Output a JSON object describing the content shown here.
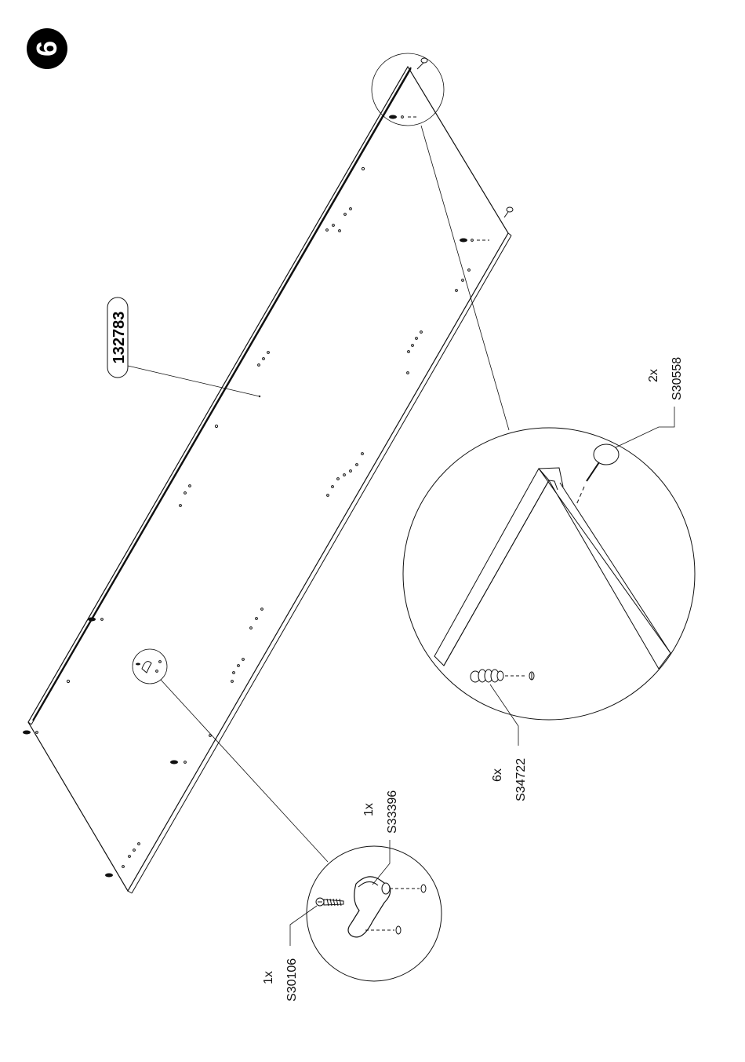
{
  "step_number": "6",
  "panel_part_number": "132783",
  "hardware": [
    {
      "qty": "1x",
      "code": "S33396"
    },
    {
      "qty": "1x",
      "code": "S30106"
    },
    {
      "qty": "2x",
      "code": "S30558"
    },
    {
      "qty": "6x",
      "code": "S34722"
    }
  ]
}
